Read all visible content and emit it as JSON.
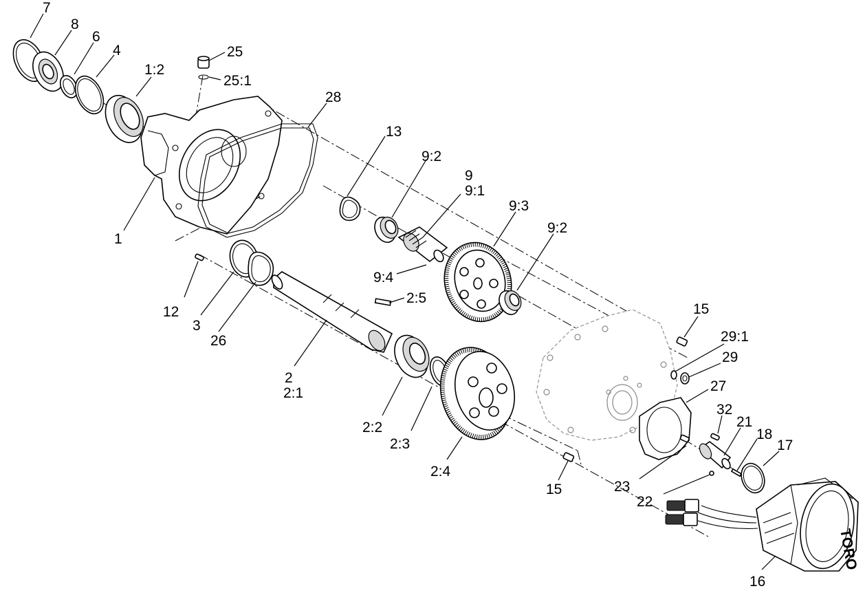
{
  "diagram": {
    "callouts": {
      "c7": "7",
      "c8": "8",
      "c6": "6",
      "c4": "4",
      "c1_2": "1:2",
      "c25": "25",
      "c25_1": "25:1",
      "c28": "28",
      "c13": "13",
      "c9_2a": "9:2",
      "c9": "9",
      "c9_1": "9:1",
      "c9_3": "9:3",
      "c9_2b": "9:2",
      "c1": "1",
      "c9_4": "9:4",
      "c12": "12",
      "c3": "3",
      "c26": "26",
      "c2_5": "2:5",
      "c2": "2",
      "c2_1": "2:1",
      "c2_2": "2:2",
      "c2_3": "2:3",
      "c2_4": "2:4",
      "c15a": "15",
      "c29_1": "29:1",
      "c29": "29",
      "c27": "27",
      "c32": "32",
      "c21": "21",
      "c18": "18",
      "c17": "17",
      "c15b": "15",
      "c23": "23",
      "c22": "22",
      "c16": "16"
    },
    "motor_logo": "TORO"
  }
}
